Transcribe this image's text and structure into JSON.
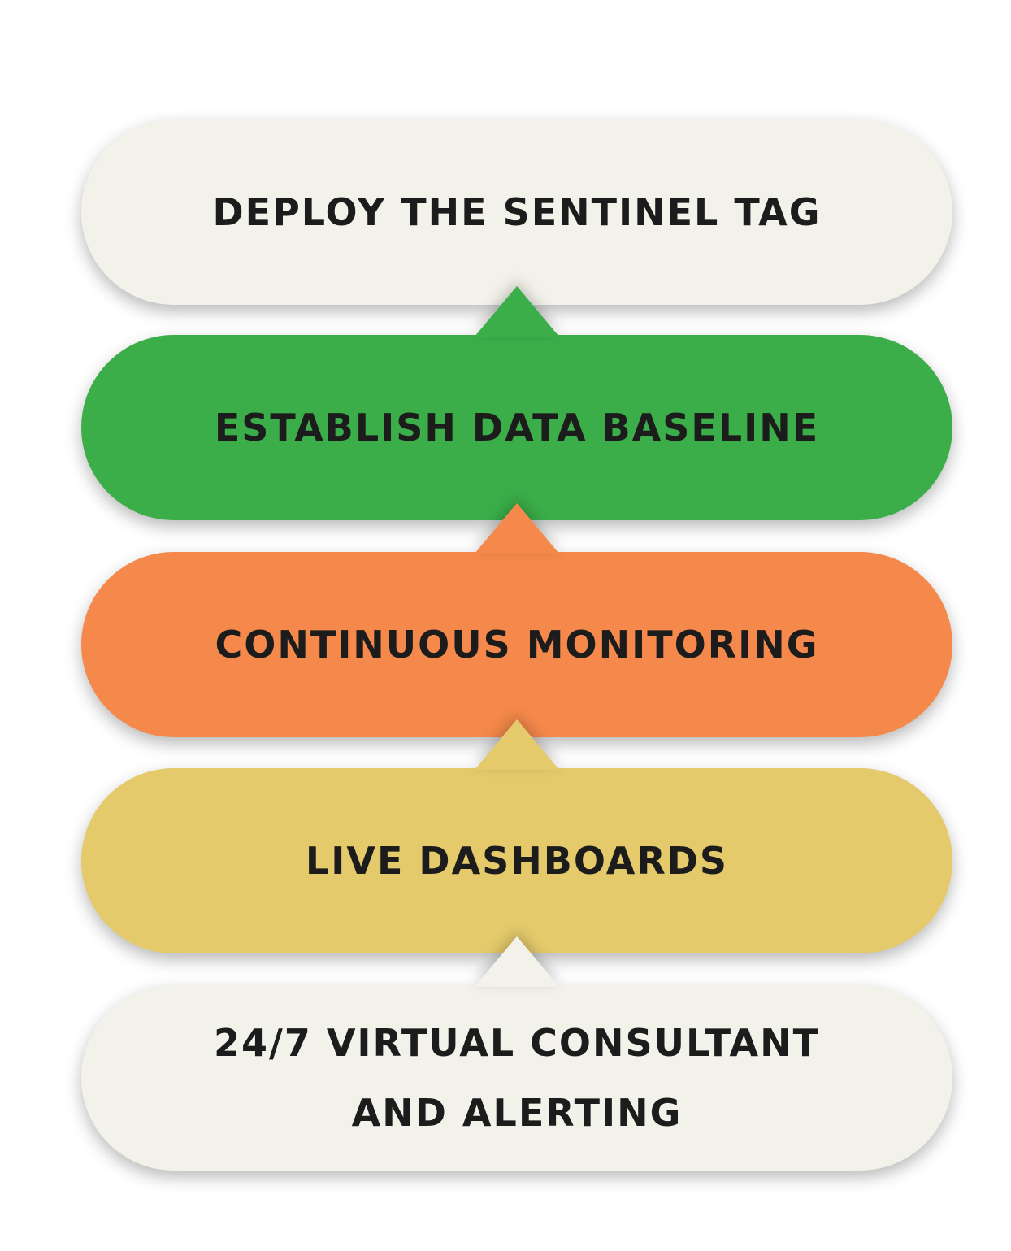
{
  "steps": [
    {
      "label": "DEPLOY THE SENTINEL TAG",
      "color": "#f3f2ea"
    },
    {
      "label": "ESTABLISH DATA BASELINE",
      "color": "#3bae4a"
    },
    {
      "label": "CONTINUOUS MONITORING",
      "color": "#f5894b"
    },
    {
      "label": "LIVE DASHBOARDS",
      "color": "#e5ca6b"
    },
    {
      "label": "24/7 VIRTUAL CONSULTANT\nAND ALERTING",
      "color": "#f3f2ea"
    }
  ]
}
